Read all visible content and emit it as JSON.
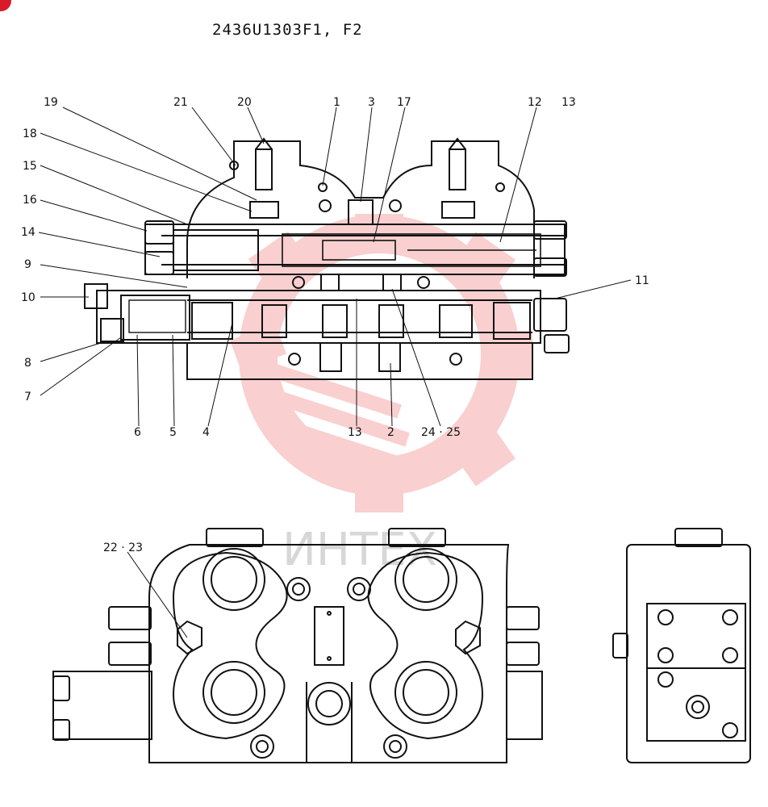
{
  "title": "2436U1303F1, F2",
  "watermark": {
    "text": "ИНТЕХ",
    "color": "#f5a9a9"
  },
  "colors": {
    "line": "#111111",
    "accent": "#d81b2b"
  },
  "callouts": {
    "c19": "19",
    "c21": "21",
    "c20": "20",
    "c1": "1",
    "c3": "3",
    "c17": "17",
    "c12": "12",
    "c13top": "13",
    "c18": "18",
    "c15": "15",
    "c16": "16",
    "c14": "14",
    "c9": "9",
    "c10": "10",
    "c11": "11",
    "c8": "8",
    "c7": "7",
    "c6": "6",
    "c5": "5",
    "c4": "4",
    "c13bot": "13",
    "c2": "2",
    "c2425": "24 · 25",
    "c2223": "22 · 23"
  }
}
